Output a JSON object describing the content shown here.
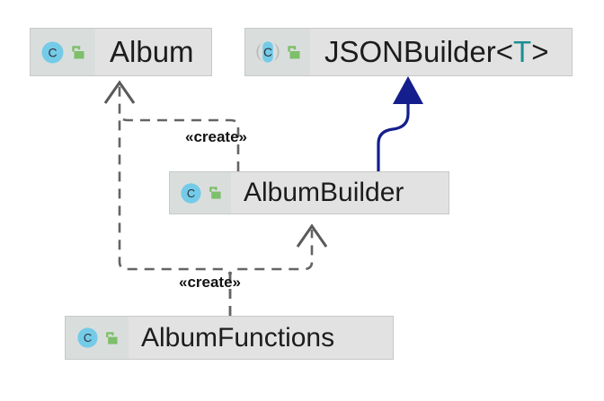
{
  "diagram": {
    "type": "uml-class-diagram",
    "background": "#ffffff",
    "colors": {
      "node_fill": "#e2e2e2",
      "node_gutter_fill": "#d9dedd",
      "node_border": "#c8c8c8",
      "class_icon_blue": "#74cbe8",
      "lock_icon_green": "#7dbf6a",
      "dependency_gray": "#646464",
      "inheritance_navy": "#141e8c",
      "type_param_teal": "#1d8f94",
      "text": "#1c1c1c"
    }
  },
  "nodes": [
    {
      "id": "album",
      "name": "Album",
      "icons": [
        "class-icon",
        "unlocked-public-icon"
      ],
      "icon_kind": "class"
    },
    {
      "id": "jsonbuilder",
      "name": "JSONBuilder<",
      "type_parameter": "T",
      "name_suffix": ">",
      "icons": [
        "generic-class-icon",
        "unlocked-public-icon"
      ],
      "icon_kind": "class-generic"
    },
    {
      "id": "albumbuilder",
      "name": "AlbumBuilder",
      "icons": [
        "class-icon",
        "unlocked-public-icon"
      ],
      "icon_kind": "class"
    },
    {
      "id": "albumfunctions",
      "name": "AlbumFunctions",
      "icons": [
        "class-icon",
        "unlocked-public-icon"
      ],
      "icon_kind": "class"
    }
  ],
  "edges": [
    {
      "id": "albumbuilder-creates-album",
      "from": "albumbuilder",
      "to": "album",
      "stereotype": "«create»",
      "style": "dashed",
      "arrowhead": "open"
    },
    {
      "id": "albumfunctions-creates-album",
      "from": "albumfunctions",
      "to": "album",
      "stereotype": "«create»",
      "style": "dashed",
      "arrowhead": "open"
    },
    {
      "id": "albumfunctions-creates-albumbuilder",
      "from": "albumfunctions",
      "to": "albumbuilder",
      "stereotype": "«create»",
      "style": "dashed",
      "arrowhead": "open"
    },
    {
      "id": "albumbuilder-extends-jsonbuilder",
      "from": "albumbuilder",
      "to": "jsonbuilder",
      "stereotype": "",
      "style": "solid",
      "arrowhead": "filled-triangle"
    }
  ],
  "labels": {
    "create_top": "«create»",
    "create_bottom": "«create»"
  }
}
